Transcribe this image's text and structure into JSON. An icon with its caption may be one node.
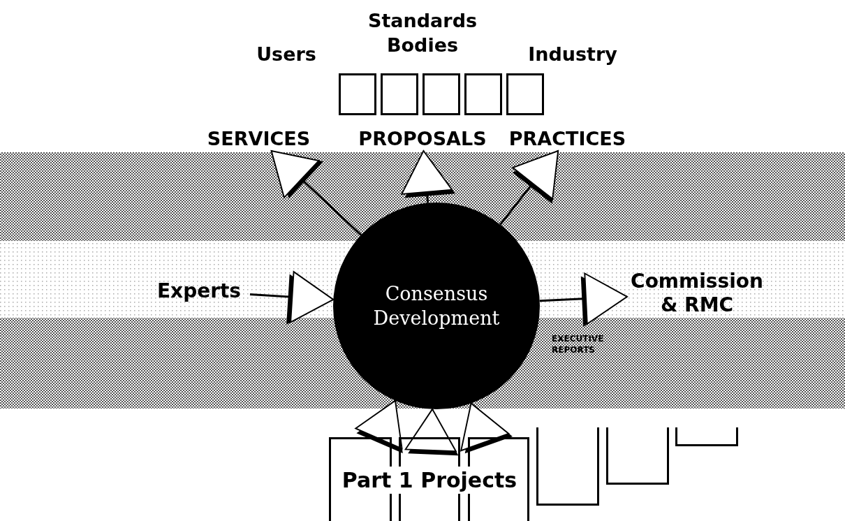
{
  "diagram": {
    "nodes": [
      {
        "text": [],
        "shape": "box"
      },
      {
        "text": [],
        "shape": "box"
      },
      {
        "text": [],
        "shape": "box"
      },
      {
        "text": [],
        "shape": "box"
      },
      {
        "text": [],
        "shape": "box"
      },
      {
        "text": [
          "SERVICES"
        ]
      },
      {
        "text": [
          "PROPOSALS"
        ]
      },
      {
        "text": [
          "PRACTICES"
        ]
      },
      {
        "text": [
          "Experts"
        ]
      },
      {
        "text": [
          "Consensus Development"
        ]
      },
      {
        "text": [
          "Commission & RMC"
        ]
      },
      {
        "text": [],
        "shape": "box"
      },
      {
        "text": [],
        "shape": "box"
      },
      {
        "text": [],
        "shape": "box"
      },
      {
        "text": [],
        "shape": "box"
      },
      {
        "text": [],
        "shape": "box"
      },
      {
        "text": [],
        "shape": "box"
      }
    ],
    "edges": [
      {
        "from": 8,
        "to": 9,
        "arrow": "to"
      },
      {
        "from": 9,
        "to": 10,
        "arrow": "to"
      },
      {
        "from": 9,
        "to": 5,
        "arrow": "to"
      },
      {
        "from": 9,
        "to": 6,
        "arrow": "to"
      },
      {
        "from": 9,
        "to": 7,
        "arrow": "to"
      },
      {
        "from": 11,
        "to": 9,
        "arrow": "to"
      },
      {
        "from": 12,
        "to": 9,
        "arrow": "to"
      },
      {
        "from": 13,
        "to": 9,
        "arrow": "to"
      }
    ],
    "labels": [
      "Users",
      "Standards Bodies",
      "Industry",
      "EXECUTIVE REPORTS",
      "Part 1 Projects"
    ]
  }
}
